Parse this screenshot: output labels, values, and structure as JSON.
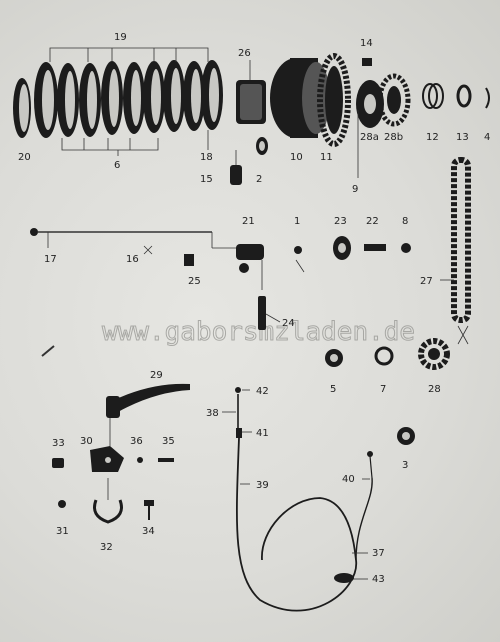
{
  "watermark": "www.gaborsmzladen.de",
  "labels": {
    "n1": "1",
    "n2": "2",
    "n3": "3",
    "n4": "4",
    "n5": "5",
    "n6": "6",
    "n7": "7",
    "n8": "8",
    "n9": "9",
    "n10": "10",
    "n11": "11",
    "n12": "12",
    "n13": "13",
    "n14": "14",
    "n15": "15",
    "n16": "16",
    "n17": "17",
    "n18": "18",
    "n19": "19",
    "n20": "20",
    "n21": "21",
    "n22": "22",
    "n23": "23",
    "n24": "24",
    "n25": "25",
    "n26": "26",
    "n27": "27",
    "n28": "28",
    "n28a": "28a",
    "n28b": "28b",
    "n29": "29",
    "n30": "30",
    "n31": "31",
    "n32": "32",
    "n33": "33",
    "n34": "34",
    "n35": "35",
    "n36": "36",
    "n37": "37",
    "n38": "38",
    "n39": "39",
    "n40": "40",
    "n41": "41",
    "n42": "42",
    "n43": "43"
  },
  "colors": {
    "ink": "#1c1c1c",
    "paper": "#dcdcd8"
  }
}
